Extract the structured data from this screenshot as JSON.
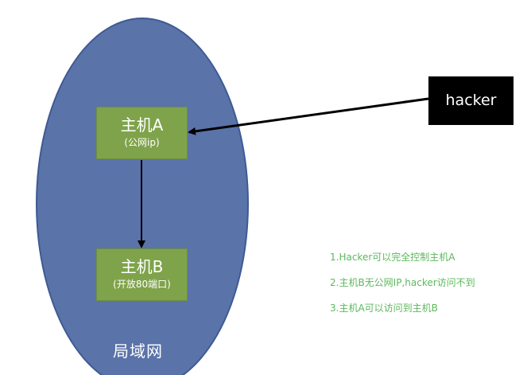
{
  "diagram": {
    "network": {
      "label": "局域网",
      "fill_color": "#5a73a9"
    },
    "hosts": {
      "a": {
        "title": "主机A",
        "subtitle": "(公网ip)",
        "fill_color": "#7fa34a"
      },
      "b": {
        "title": "主机B",
        "subtitle": "(开放80端口)",
        "fill_color": "#7fa34a"
      }
    },
    "attacker": {
      "label": "hacker",
      "fill_color": "#000000"
    },
    "edges": [
      {
        "from": "hacker",
        "to": "主机A"
      },
      {
        "from": "主机A",
        "to": "主机B"
      }
    ]
  },
  "notes": {
    "color": "#5cb85c",
    "items": [
      "1.Hacker可以完全控制主机A",
      "2.主机B无公网IP,hacker访问不到",
      "3.主机A可以访问到主机B"
    ]
  }
}
